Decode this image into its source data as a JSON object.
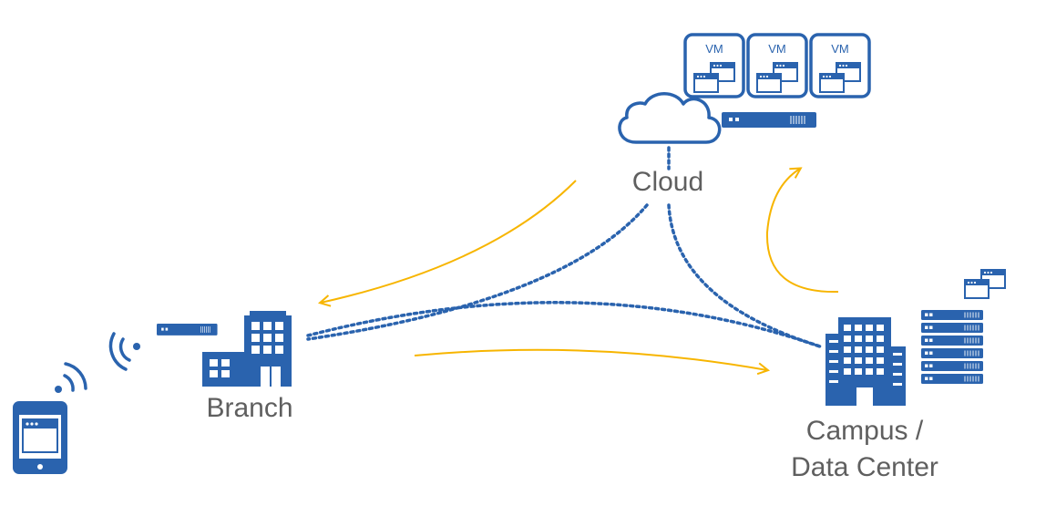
{
  "labels": {
    "cloud": "Cloud",
    "branch": "Branch",
    "campus_line1": "Campus /",
    "campus_line2": "Data Center"
  },
  "vm_label": "VM",
  "colors": {
    "primary_blue": "#2a63ae",
    "link_dotted": "#2a63ae",
    "flow_arrow": "#f7b500",
    "label_text": "#5f5f5f"
  },
  "icons": [
    "cloud-icon",
    "vm-icon",
    "appliance-icon",
    "building-icon",
    "wifi-icon",
    "tablet-icon",
    "server-rack-icon",
    "app-window-icon"
  ]
}
